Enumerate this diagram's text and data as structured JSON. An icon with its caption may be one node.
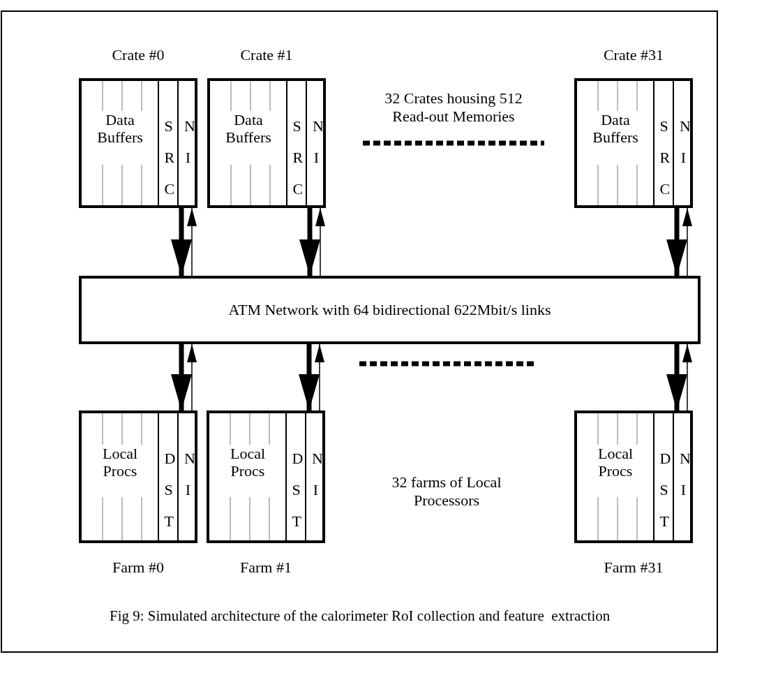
{
  "diagram": {
    "caption": "Fig 9: Simulated architecture of the calorimeter RoI collection and feature  extraction",
    "nodes": [
      {
        "text": [
          "Crate #0",
          "Data Buffers"
        ]
      },
      {
        "text": [
          "S R C"
        ],
        "in": 0
      },
      {
        "text": [
          "N I"
        ],
        "in": 0
      },
      {
        "text": [
          "Crate #1",
          "Data Buffers"
        ]
      },
      {
        "text": [
          "S R C"
        ],
        "in": 3
      },
      {
        "text": [
          "N I"
        ],
        "in": 3
      },
      {
        "text": [
          "Crate #31",
          "Data Buffers"
        ]
      },
      {
        "text": [
          "S R C"
        ],
        "in": 6
      },
      {
        "text": [
          "N I"
        ],
        "in": 6
      },
      {
        "text": [
          "ATM Network with 64 bidirectional 622Mbit/s links"
        ]
      },
      {
        "text": [
          "Local Procs",
          "Farm #0"
        ]
      },
      {
        "text": [
          "D S T"
        ],
        "in": 10
      },
      {
        "text": [
          "N I"
        ],
        "in": 10
      },
      {
        "text": [
          "Local Procs",
          "Farm #1"
        ]
      },
      {
        "text": [
          "D S T"
        ],
        "in": 13
      },
      {
        "text": [
          "N I"
        ],
        "in": 13
      },
      {
        "text": [
          "Local Procs",
          "Farm #31"
        ]
      },
      {
        "text": [
          "D S T"
        ],
        "in": 16
      },
      {
        "text": [
          "N I"
        ],
        "in": 16
      }
    ],
    "edges": [
      {
        "from": 2,
        "to": 9,
        "arrow": "to",
        "style": "thick"
      },
      {
        "from": 9,
        "to": 2,
        "arrow": "to"
      },
      {
        "from": 5,
        "to": 9,
        "arrow": "to",
        "style": "thick"
      },
      {
        "from": 9,
        "to": 5,
        "arrow": "to"
      },
      {
        "from": 8,
        "to": 9,
        "arrow": "to",
        "style": "thick"
      },
      {
        "from": 9,
        "to": 8,
        "arrow": "to"
      },
      {
        "from": 9,
        "to": 12,
        "arrow": "to",
        "style": "thick"
      },
      {
        "from": 12,
        "to": 9,
        "arrow": "to"
      },
      {
        "from": 9,
        "to": 15,
        "arrow": "to",
        "style": "thick"
      },
      {
        "from": 15,
        "to": 9,
        "arrow": "to"
      },
      {
        "from": 9,
        "to": 18,
        "arrow": "to",
        "style": "thick"
      },
      {
        "from": 18,
        "to": 9,
        "arrow": "to"
      }
    ],
    "labels": [
      "32 Crates housing 512 Read-out Memories",
      "32 farms of Local Processors"
    ]
  }
}
